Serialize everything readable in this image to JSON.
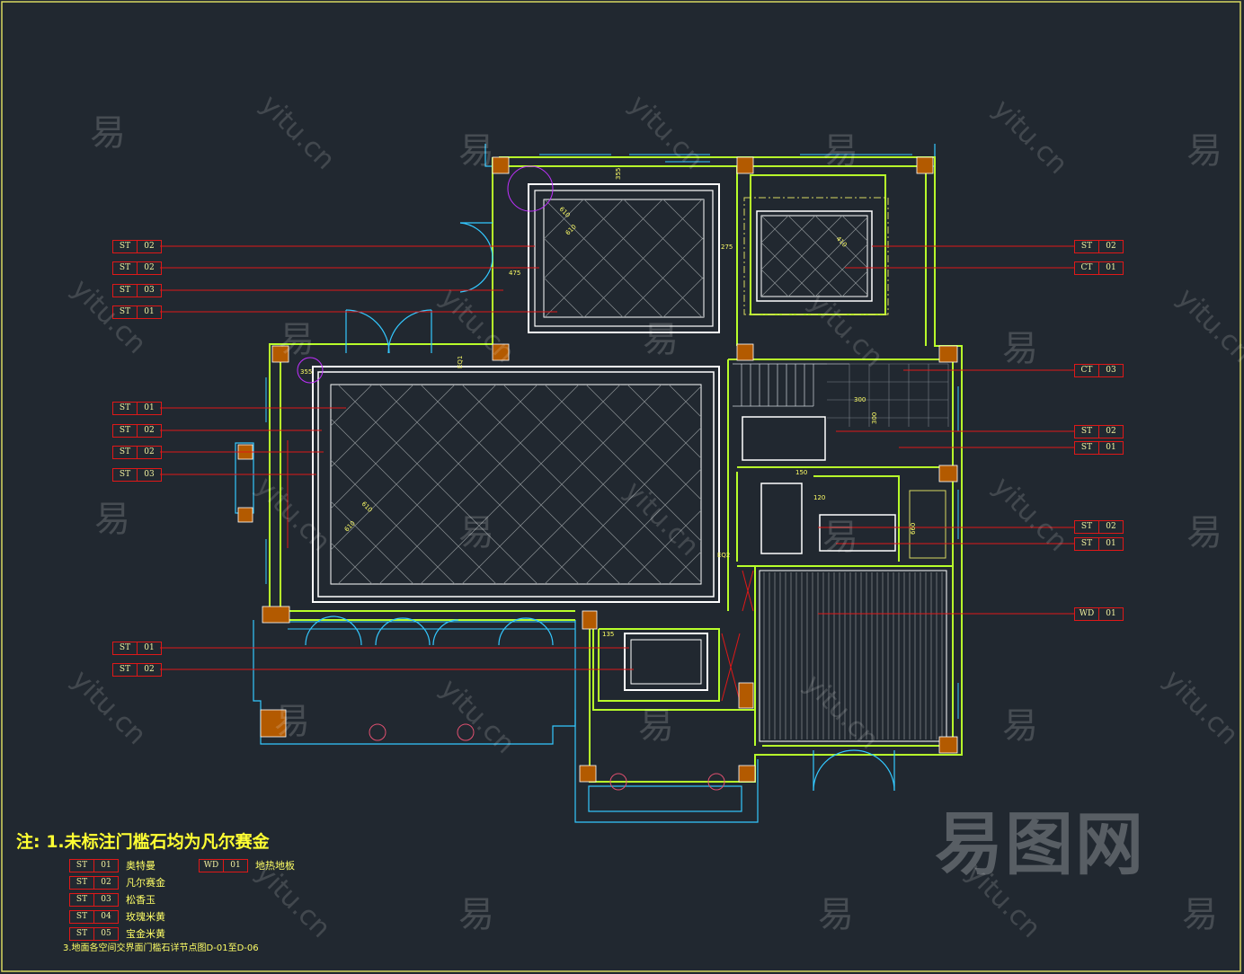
{
  "left_tags": [
    {
      "code": "ST",
      "num": "02"
    },
    {
      "code": "ST",
      "num": "02"
    },
    {
      "code": "ST",
      "num": "03"
    },
    {
      "code": "ST",
      "num": "01"
    },
    {
      "code": "ST",
      "num": "01"
    },
    {
      "code": "ST",
      "num": "02"
    },
    {
      "code": "ST",
      "num": "02"
    },
    {
      "code": "ST",
      "num": "03"
    },
    {
      "code": "ST",
      "num": "01"
    },
    {
      "code": "ST",
      "num": "02"
    }
  ],
  "right_tags": [
    {
      "code": "ST",
      "num": "02"
    },
    {
      "code": "CT",
      "num": "01"
    },
    {
      "code": "CT",
      "num": "03"
    },
    {
      "code": "ST",
      "num": "02"
    },
    {
      "code": "ST",
      "num": "01"
    },
    {
      "code": "ST",
      "num": "02"
    },
    {
      "code": "ST",
      "num": "01"
    },
    {
      "code": "WD",
      "num": "01"
    }
  ],
  "note_title": "注: 1.未标注门槛石均为凡尔赛金",
  "legend": [
    {
      "code": "ST",
      "num": "01",
      "name": "奥特曼"
    },
    {
      "code": "ST",
      "num": "02",
      "name": "凡尔赛金"
    },
    {
      "code": "ST",
      "num": "03",
      "name": "松香玉"
    },
    {
      "code": "ST",
      "num": "04",
      "name": "玫瑰米黄"
    },
    {
      "code": "ST",
      "num": "05",
      "name": "宝金米黄"
    },
    {
      "code": "WD",
      "num": "01",
      "name": "地热地板"
    }
  ],
  "footnote": "3.地面各空间交界面门槛石详节点图D-01至D-06",
  "dims": {
    "d610a": "610",
    "d610b": "610",
    "d610c": "610",
    "d610d": "610",
    "d410": "410",
    "d355a": "355",
    "d355b": "355",
    "d275": "275",
    "d475": "475",
    "d300a": "300",
    "d300b": "300",
    "d150": "150",
    "d120": "120",
    "d660": "660",
    "d135": "135",
    "dEQ1": "EQ1",
    "dEQ2": "EQ2"
  },
  "watermark": {
    "char": "易",
    "url": "yitu.cn",
    "logo": "易图网"
  },
  "colors": {
    "background": "#212830",
    "wall": "#b8ff2a",
    "stone": "#ffffff",
    "leader": "#e01818",
    "door": "#33c8ff",
    "column": "#b35a00",
    "text": "#ffff66"
  }
}
